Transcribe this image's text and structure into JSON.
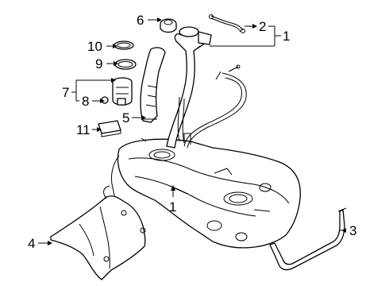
{
  "callouts": {
    "c1_top": "1",
    "c1_bottom": "1",
    "c2": "2",
    "c3": "3",
    "c4": "4",
    "c5": "5",
    "c6": "6",
    "c7": "7",
    "c8": "8",
    "c9": "9",
    "c10": "10",
    "c11": "11"
  }
}
